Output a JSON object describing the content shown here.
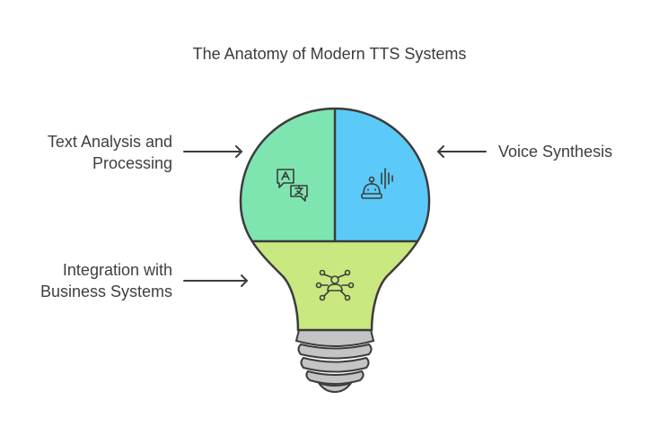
{
  "title": "The Anatomy of Modern TTS Systems",
  "segments": [
    {
      "id": "text-analysis",
      "label_lines": [
        "Text Analysis and",
        "Processing"
      ],
      "color": "#7ee5b0",
      "icon": "translate-icon"
    },
    {
      "id": "voice-synthesis",
      "label_lines": [
        "Voice Synthesis"
      ],
      "color": "#5ccaf8",
      "icon": "voice-bot-icon"
    },
    {
      "id": "integration",
      "label_lines": [
        "Integration with",
        "Business Systems"
      ],
      "color": "#c9e880",
      "icon": "network-user-icon"
    }
  ],
  "colors": {
    "outline": "#3c3c3c",
    "base": "#c4c4c4",
    "text": "#3f3f3f"
  }
}
